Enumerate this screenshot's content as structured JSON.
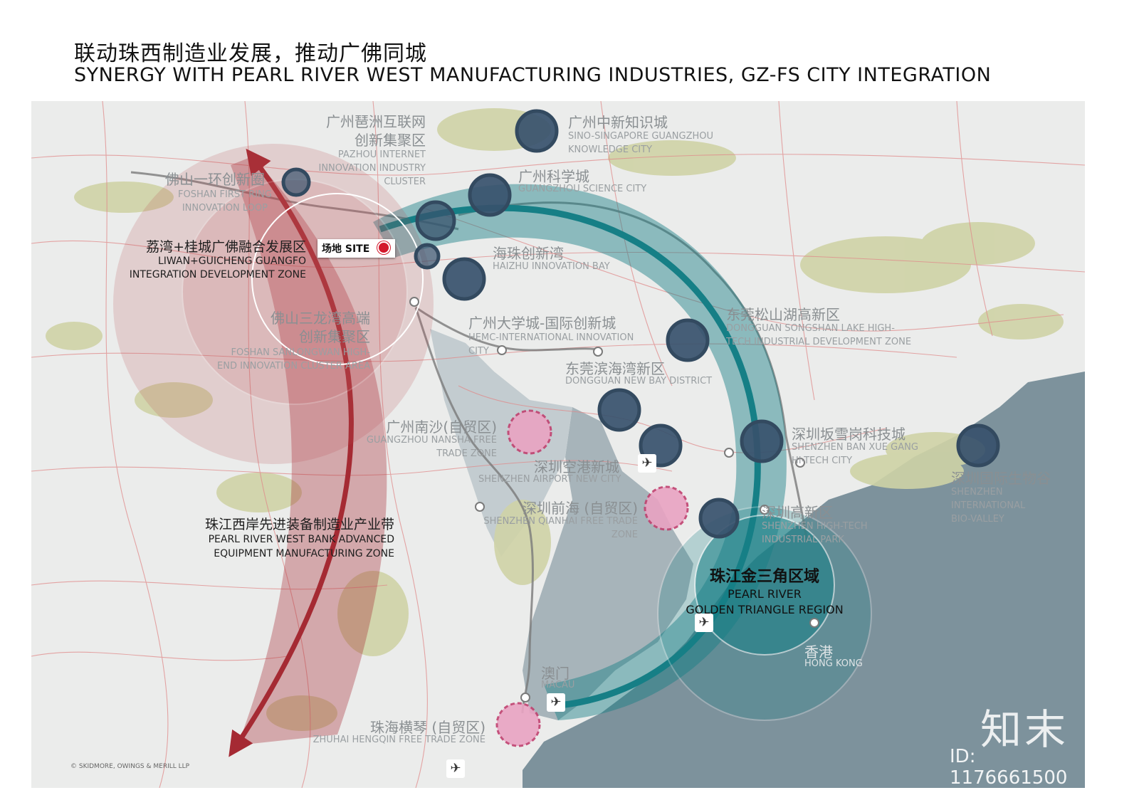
{
  "title": {
    "zh": "联动珠西制造业发展，推动广佛同城",
    "en": "SYNERGY WITH PEARL RIVER WEST MANUFACTURING INDUSTRIES, GZ-FS CITY INTEGRATION"
  },
  "map": {
    "site_label": "场地 SITE",
    "labels": [
      {
        "id": "pazhou",
        "zh": "广州琶洲互联网\n创新集聚区",
        "en": "PAZHOU INTERNET\nINNOVATION INDUSTRY\nCLUSTER"
      },
      {
        "id": "foshan-loop",
        "zh": "佛山一环创新圈",
        "en": "FOSHAN FIRST RING\nINNOVATION LOOP"
      },
      {
        "id": "liwan",
        "zh": "荔湾+桂城广佛融合发展区",
        "en": "LIWAN+GUICHENG GUANGFO\nINTEGRATION DEVELOPMENT ZONE"
      },
      {
        "id": "sanlongwan",
        "zh": "佛山三龙湾高端\n创新集聚区",
        "en": "FOSHAN SANLONGWAN HIGH-\nEND INNOVATION CLUSTER AREA"
      },
      {
        "id": "sino-singapore",
        "zh": "广州中新知识城",
        "en": "SINO-SINGAPORE GUANGZHOU\nKNOWLEDGE CITY"
      },
      {
        "id": "science-city",
        "zh": "广州科学城",
        "en": "GUANGZHOU SCIENCE CITY"
      },
      {
        "id": "haizhu",
        "zh": "海珠创新湾",
        "en": "HAIZHU INNOVATION BAY"
      },
      {
        "id": "hemc",
        "zh": "广州大学城-国际创新城",
        "en": "HEMC-INTERNATIONAL INNOVATION\nCITY"
      },
      {
        "id": "songshan",
        "zh": "东莞松山湖高新区",
        "en": "DONGGUAN SONGSHAN LAKE HIGH-\nTECH INDUSTRIAL DEVELOPMENT ZONE"
      },
      {
        "id": "dongguan-bay",
        "zh": "东莞滨海湾新区",
        "en": "DONGGUAN NEW BAY DISTRICT"
      },
      {
        "id": "nansha",
        "zh": "广州南沙(自贸区)",
        "en": "GUANGZHOU NANSHA FREE\nTRADE ZONE"
      },
      {
        "id": "sz-airport",
        "zh": "深圳空港新城",
        "en": "SHENZHEN AIRPORT NEW CITY"
      },
      {
        "id": "bxg",
        "zh": "深圳坂雪岗科技城",
        "en": "SHENZHEN BAN XUE GANG\nHI-TECH CITY"
      },
      {
        "id": "qianhai",
        "zh": "深圳前海 (自贸区)",
        "en": "SHENZHEN QIANHAI FREE TRADE\nZONE"
      },
      {
        "id": "sz-hitech",
        "zh": "深圳高新区",
        "en": "SHENZHEN HIGH-TECH\nINDUSTRIAL PARK"
      },
      {
        "id": "biovalley",
        "zh": "深圳国际生物谷",
        "en": "SHENZHEN\nINTERNATIONAL\nBIO-VALLEY"
      },
      {
        "id": "west-bank",
        "zh": "珠江西岸先进装备制造业产业带",
        "en": "PEARL RIVER WEST BANK ADVANCED\nEQUIPMENT MANUFACTURING ZONE"
      },
      {
        "id": "golden-triangle",
        "zh": "珠江金三角区域",
        "en": "PEARL RIVER\nGOLDEN TRIANGLE REGION"
      },
      {
        "id": "hongkong",
        "zh": "香港",
        "en": "HONG KONG"
      },
      {
        "id": "macau",
        "zh": "澳门",
        "en": "MACAU"
      },
      {
        "id": "hengqin",
        "zh": "珠海横琴 (自贸区)",
        "en": "ZHUHAI HENGQIN FREE TRADE ZONE"
      }
    ],
    "copyright": "© SKIDMORE, OWINGS & MERILL LLP"
  },
  "watermark": {
    "brand": "知末",
    "id_text": "ID: 1176661500"
  },
  "colors": {
    "sea": "#7d929c",
    "land": "#ebeceb",
    "green": "#cfd3a6",
    "roads": "#e08a8a",
    "rail": "#7a7a7a",
    "west_arc": "#a52a33",
    "east_arc": "#167f86",
    "node_fill": "#37516c",
    "ftz_fill": "#e9a3c2",
    "ftz_stroke": "#c0416f"
  },
  "icons": [
    "airplane-icon",
    "map-pin-icon"
  ]
}
